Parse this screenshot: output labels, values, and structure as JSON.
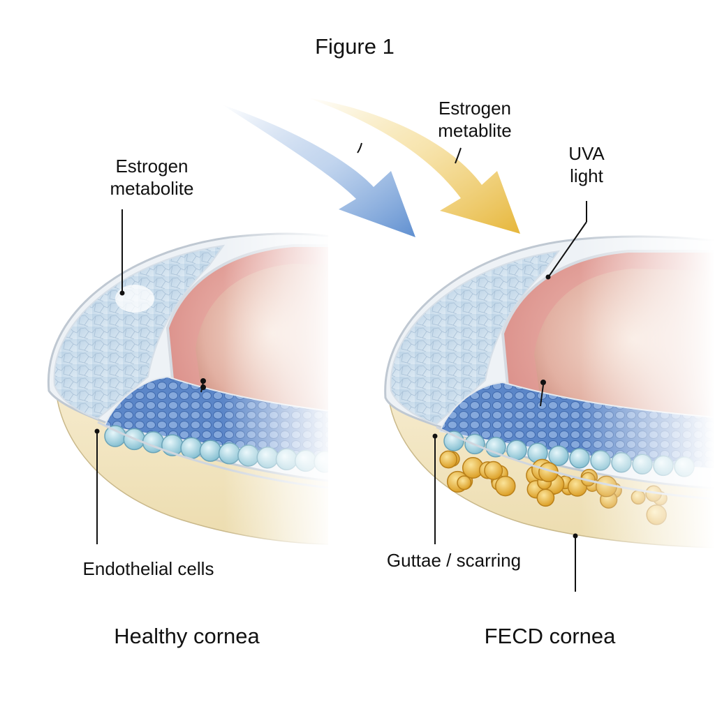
{
  "figure": {
    "title": "Figure 1"
  },
  "panels": {
    "healthy": {
      "title": "Healthy cornea",
      "label_estrogen": "Estrogen\nmetabolite",
      "label_cells": "Endothelial cells"
    },
    "fecd": {
      "title": "FECD cornea",
      "label_estrogen": "Estrogen\nmetablite",
      "label_uva": "UVA\nlight",
      "label_guttae": "Guttae / scarring"
    }
  },
  "colors": {
    "epithelium": "#c9dcea",
    "stroma": "#f3e6c2",
    "endothelium_layer": "#5b86c8",
    "endothelial_cell": "#9fd0de",
    "iris": "#e0a39c",
    "pupil": "#d8a79a",
    "guttae": "#e8b22c",
    "arrow_blue": "#5f8fd0",
    "arrow_yellow": "#ebc54c"
  },
  "icons": {
    "arrow_blue": "estrogen-arrow",
    "arrow_yellow": "uva-arrow"
  }
}
